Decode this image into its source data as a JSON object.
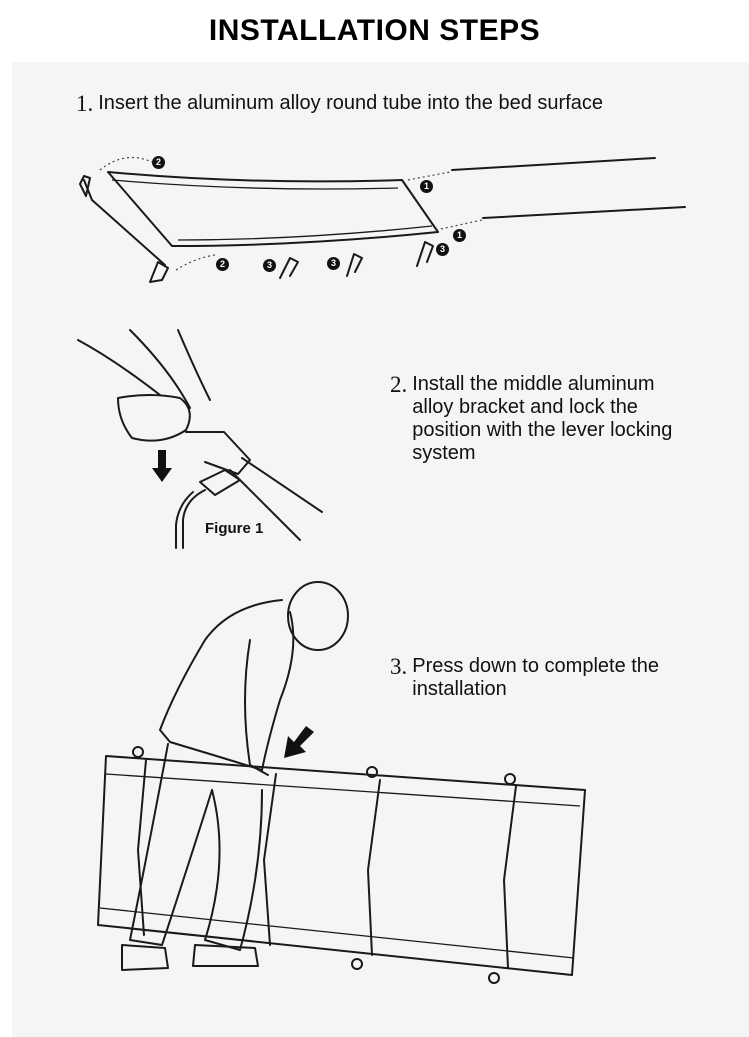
{
  "page": {
    "title": "INSTALLATION STEPS"
  },
  "steps": [
    {
      "number": "1.",
      "text": "Insert the aluminum alloy round tube into the bed surface"
    },
    {
      "number": "2.",
      "text": "Install the middle aluminum\nalloy bracket and lock the\nposition with the lever locking\nsystem"
    },
    {
      "number": "3.",
      "text": "Press down to complete the\ninstallation"
    }
  ],
  "figure": {
    "label": "Figure 1"
  },
  "callouts": [
    "2",
    "1",
    "1",
    "2",
    "3",
    "3",
    "3"
  ]
}
